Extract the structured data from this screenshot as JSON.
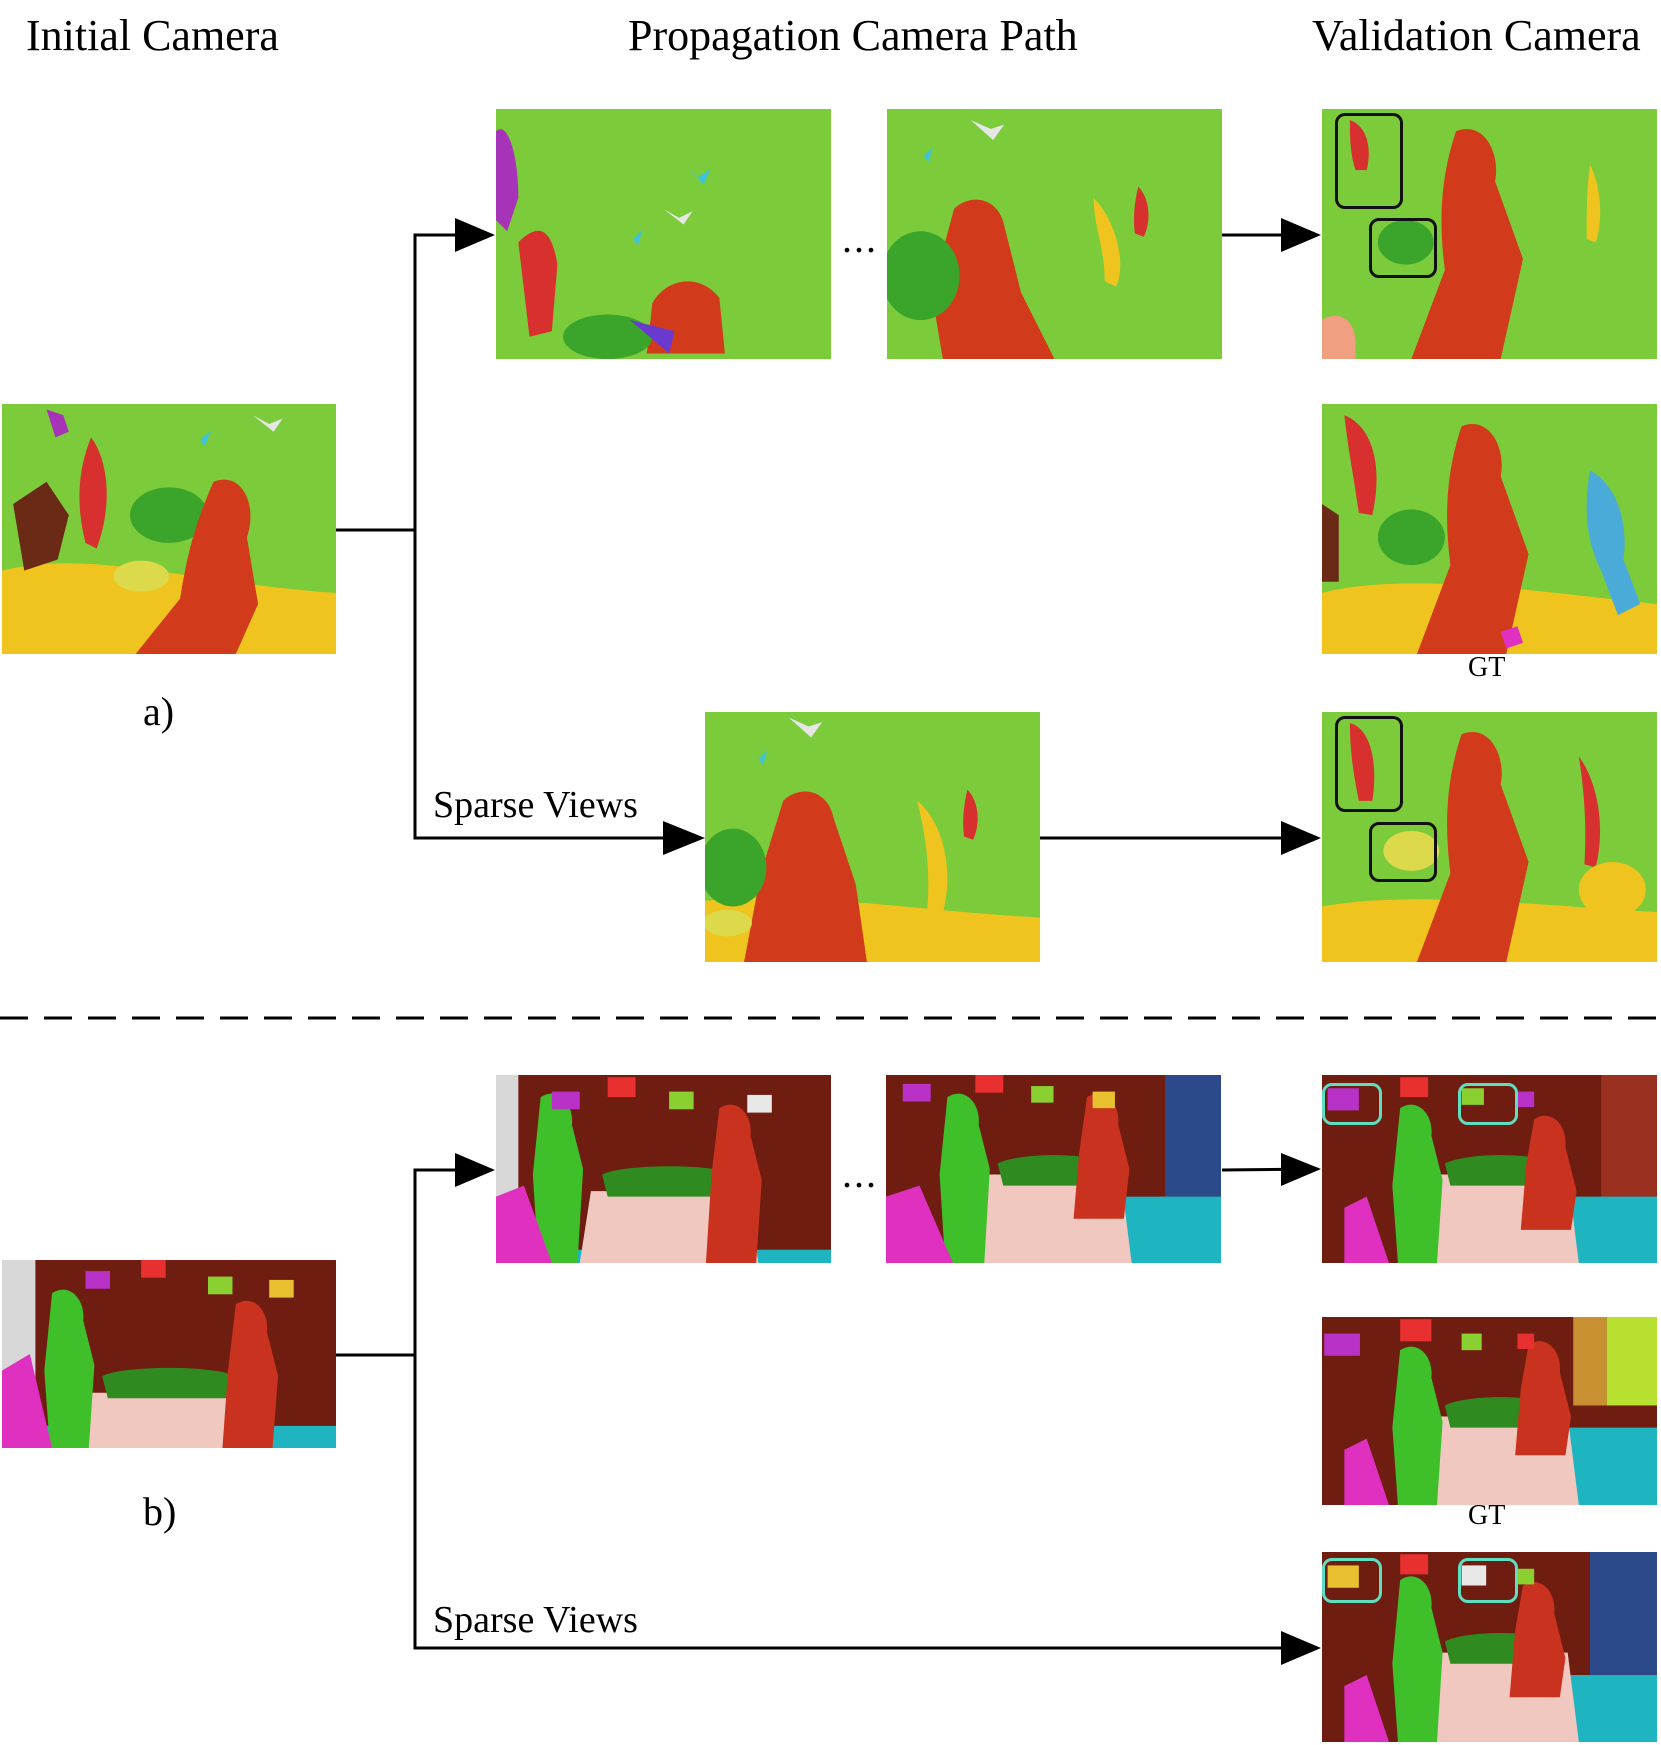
{
  "headers": {
    "initial": "Initial Camera",
    "propagation": "Propagation Camera Path",
    "validation": "Validation Camera"
  },
  "sections": [
    {
      "label": "a)",
      "sparse_label": "Sparse Views",
      "gt_label": "GT",
      "ellipsis": "..."
    },
    {
      "label": "b)",
      "sparse_label": "Sparse Views",
      "gt_label": "GT",
      "ellipsis": "..."
    }
  ],
  "colors": {
    "a_background": "#7ccb3a",
    "a_floor": "#f0c41e",
    "a_person": "#d23a1c",
    "a_plant": "#d8302e",
    "b_background": "#6e1d10",
    "b_person_green": "#3fbf2a",
    "b_person_red": "#c8321e",
    "b_table": "#f0c8c0",
    "b_floor": "#1fb5c0",
    "b_chair": "#e030c0",
    "box_a": "#111111",
    "box_b": "#5ee0c0"
  }
}
